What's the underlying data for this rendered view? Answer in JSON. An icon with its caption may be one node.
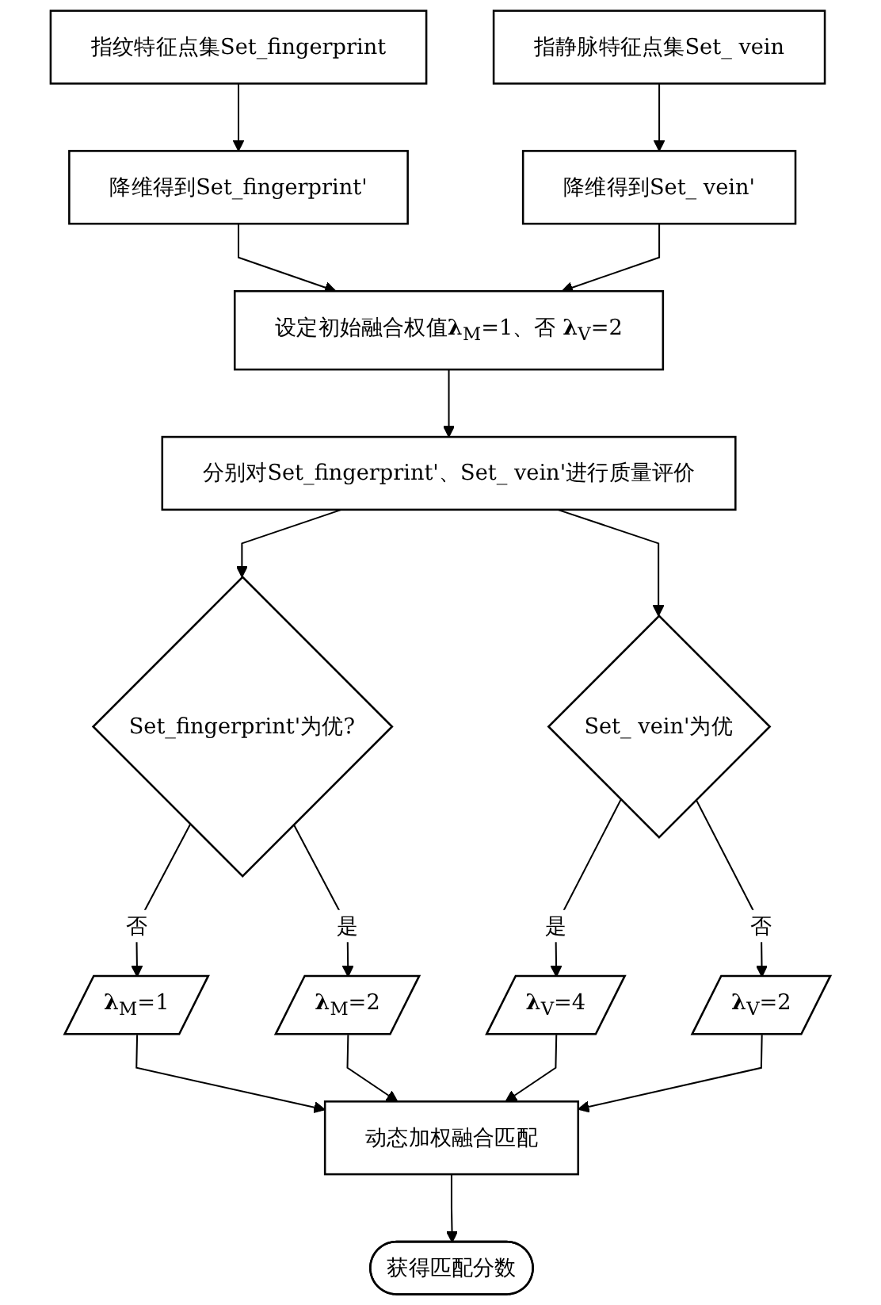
{
  "diagram": {
    "nodes": [
      {
        "text": [
          "指纹特征点集Set_fingerprint"
        ]
      },
      {
        "text": [
          "指静脉特征点集Set_ vein"
        ]
      },
      {
        "text": [
          "降维得到Set_fingerprint'"
        ]
      },
      {
        "text": [
          "降维得到Set_ vein'"
        ]
      },
      {
        "text": [
          "设定初始融合权值**λ**$_{M}$=1、否 **λ**$_{V}$=2"
        ]
      },
      {
        "text": [
          "分别对Set_fingerprint'、Set_ vein'进行质量评价"
        ]
      },
      {
        "text": [
          "Set_fingerprint'为优?"
        ]
      },
      {
        "text": [
          "Set_ vein'为优"
        ]
      },
      {
        "text": [
          "**λ**$_{M}$=1"
        ]
      },
      {
        "text": [
          "**λ**$_{M}$=2"
        ]
      },
      {
        "text": [
          "**λ**$_{V}$=4"
        ]
      },
      {
        "text": [
          "**λ**$_{V}$=2"
        ]
      },
      {
        "text": [
          "动态加权融合匹配"
        ]
      },
      {
        "text": [
          "获得匹配分数"
        ]
      }
    ],
    "edges": [
      {
        "from": 0,
        "to": 2,
        "arrow": "to"
      },
      {
        "from": 1,
        "to": 3,
        "arrow": "to"
      },
      {
        "from": 2,
        "to": 4,
        "arrow": "to"
      },
      {
        "from": 3,
        "to": 4,
        "arrow": "to"
      },
      {
        "from": 4,
        "to": 5,
        "arrow": "to"
      },
      {
        "from": 5,
        "to": 6,
        "arrow": "to"
      },
      {
        "from": 5,
        "to": 7,
        "arrow": "to"
      },
      {
        "from": 6,
        "to": 8,
        "arrow": "to",
        "label": "否"
      },
      {
        "from": 6,
        "to": 9,
        "arrow": "to",
        "label": "是"
      },
      {
        "from": 7,
        "to": 10,
        "arrow": "to",
        "label": "是"
      },
      {
        "from": 7,
        "to": 11,
        "arrow": "to",
        "label": "否"
      },
      {
        "from": 8,
        "to": 12,
        "arrow": "to"
      },
      {
        "from": 9,
        "to": 12,
        "arrow": "to"
      },
      {
        "from": 10,
        "to": 12,
        "arrow": "to"
      },
      {
        "from": 11,
        "to": 12,
        "arrow": "to"
      },
      {
        "from": 12,
        "to": 13,
        "arrow": "to"
      }
    ]
  }
}
